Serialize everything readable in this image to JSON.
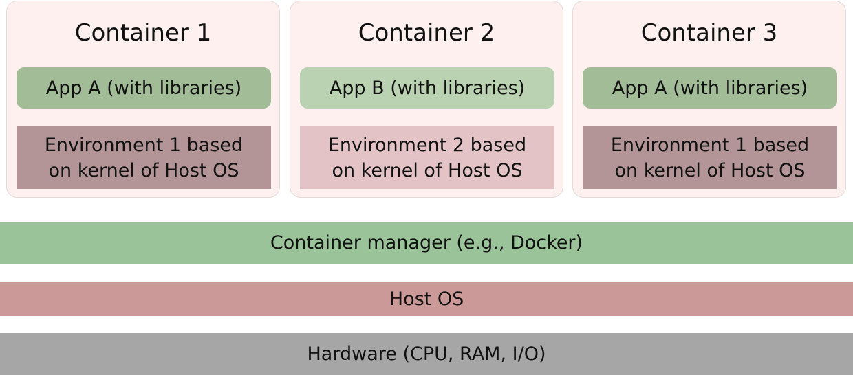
{
  "containers": [
    {
      "title": "Container 1",
      "app": "App A (with libraries)",
      "env_line1": "Environment 1 based",
      "env_line2": "on kernel of Host OS",
      "app_color": "#a3bc98",
      "env_color": "#b39597"
    },
    {
      "title": "Container 2",
      "app": "App B (with libraries)",
      "env_line1": "Environment 2 based",
      "env_line2": "on kernel of Host OS",
      "app_color": "#bad2b1",
      "env_color": "#e3c3c5"
    },
    {
      "title": "Container 3",
      "app": "App A (with libraries)",
      "env_line1": "Environment 1 based",
      "env_line2": "on kernel of Host OS",
      "app_color": "#a3bc98",
      "env_color": "#b39597"
    }
  ],
  "layers": {
    "container_manager": {
      "label": "Container manager (e.g., Docker)",
      "color": "#9bc39a"
    },
    "host_os": {
      "label": "Host OS",
      "color": "#cb9997"
    },
    "hardware": {
      "label": "Hardware (CPU, RAM, I/O)",
      "color": "#a6a6a6"
    }
  },
  "container_box_color": "#fdf0ef"
}
